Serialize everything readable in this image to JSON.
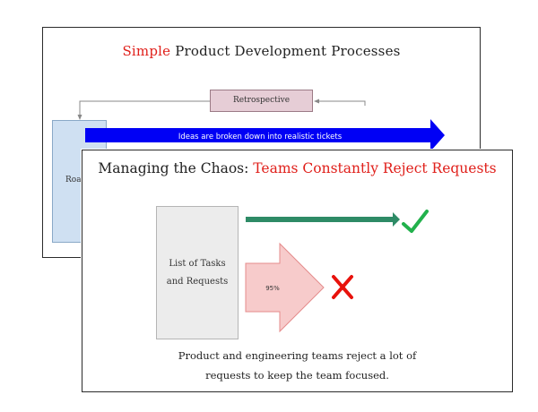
{
  "back_slide": {
    "title_accent": "Simple",
    "title_rest": " Product Development Processes",
    "retrospective_label": "Retrospective",
    "roadmap_label": "Roadmap",
    "arrow_label": "Ideas are broken down into realistic tickets"
  },
  "front_slide": {
    "title_main": "Managing the Chaos: ",
    "title_accent": "Teams Constantly Reject Requests",
    "tasks_label": "List of Tasks and Requests",
    "reject_percent": "95%",
    "caption_line1": "Product and engineering teams reject a lot of",
    "caption_line2": "requests to keep the team focused."
  },
  "colors": {
    "accent_red": "#e0201b",
    "blue_arrow": "#0000f5",
    "green_arrow": "#2e8b66",
    "check_green": "#22b14c",
    "reject_arrow_fill": "#f7cbcb",
    "reject_arrow_stroke": "#e58b8b",
    "x_red": "#e8120c"
  },
  "icons": [
    "check-icon",
    "x-icon"
  ]
}
